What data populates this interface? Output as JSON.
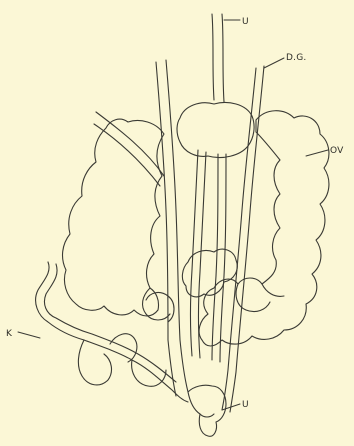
{
  "figure": {
    "labels": {
      "ureter_top": "U",
      "duct": "D.G.",
      "ovary": "OV",
      "kidney": "K",
      "ureter_bottom": "U"
    }
  },
  "colors": {
    "background": "#fbf7d6",
    "ink": "#3a3a34"
  }
}
